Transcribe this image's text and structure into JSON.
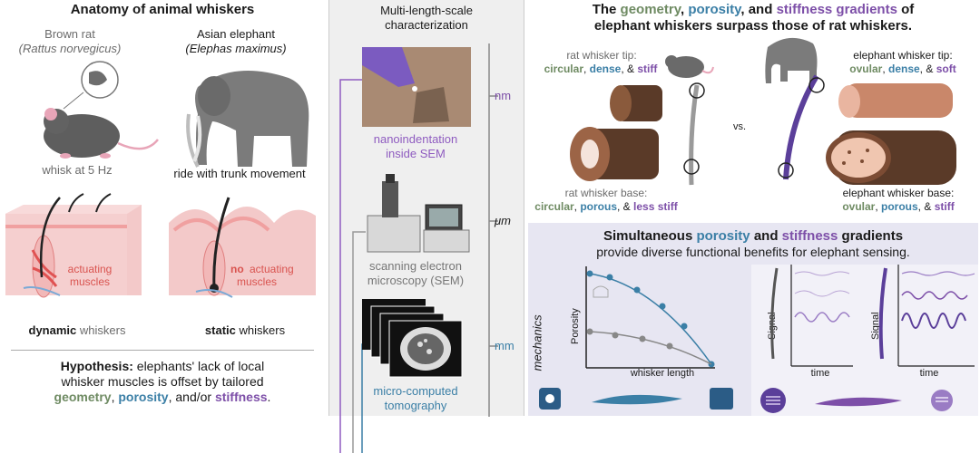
{
  "left": {
    "title": "Anatomy of animal whiskers",
    "rat_name": "Brown rat",
    "rat_latin": "Rattus norvegicus",
    "elephant_name": "Asian elephant",
    "elephant_latin": "Elephas maximus",
    "rat_caption": "whisk at 5 Hz",
    "elephant_caption": "ride with trunk movement",
    "rat_muscle_1": "actuating",
    "rat_muscle_2": "muscles",
    "el_muscle_no": "no",
    "el_muscle_1": "actuating",
    "el_muscle_2": "muscles",
    "dynamic_word": "dynamic",
    "static_word": "static",
    "whiskers_word": "whiskers",
    "hypothesis_label": "Hypothesis:",
    "hypothesis_line1": "elephants' lack of local",
    "hypothesis_line2": "whisker muscles is offset by tailored",
    "geometry_word": "geometry",
    "porosity_word": "porosity",
    "and_or": ", and/or",
    "stiffness_word": "stiffness",
    "comma": ",",
    "period": "."
  },
  "middle": {
    "title_line1": "Multi-length-scale",
    "title_line2": "characterization",
    "scale_nm": "nm",
    "scale_um": "μm",
    "scale_mm": "mm",
    "nano_line1": "nanoindentation",
    "nano_line2": "inside SEM",
    "sem_line1": "scanning electron",
    "sem_line2": "microscopy (SEM)",
    "ct_line1": "micro-computed",
    "ct_line2": "tomography"
  },
  "top_right": {
    "title_the": "The",
    "geometry": "geometry",
    "porosity": "porosity",
    "and": ", and",
    "stiffness_gradients": "stiffness gradients",
    "of": "of",
    "comma": ",",
    "title_line2": "elephant whiskers surpass those of rat whiskers.",
    "rat_tip_label": "rat whisker tip:",
    "rat_tip_circular": "circular",
    "rat_tip_dense": "dense",
    "rat_tip_stiff": "stiff",
    "el_tip_label": "elephant whisker tip:",
    "el_tip_ovular": "ovular",
    "el_tip_dense": "dense",
    "el_tip_soft": "soft",
    "vs": "vs.",
    "rat_base_label": "rat whisker base:",
    "rat_base_circular": "circular",
    "rat_base_porous": "porous",
    "rat_base_less_stiff": "less stiff",
    "el_base_label": "elephant whisker base:",
    "el_base_ovular": "ovular",
    "el_base_porous": "porous",
    "el_base_stiff": "stiff",
    "sep1": ", ",
    "sep2": ", & "
  },
  "bottom_right": {
    "title_simultaneous": "Simultaneous",
    "porosity": "porosity",
    "and": "and",
    "stiffness": "stiffness",
    "gradients": "gradients",
    "line2": "provide diverse functional benefits for elephant sensing.",
    "mechanics": "mechanics",
    "porosity_axis": "Porosity",
    "whisker_length": "whisker length",
    "signal": "Signal",
    "time": "time"
  },
  "colors": {
    "geometry": "#6f8b63",
    "porosity": "#3b7fa6",
    "stiffness": "#7d4fa8",
    "muscle": "#d9534f",
    "panel_bg": "#f0f0f0",
    "lower_panel_bg": "#e7e6f2"
  }
}
